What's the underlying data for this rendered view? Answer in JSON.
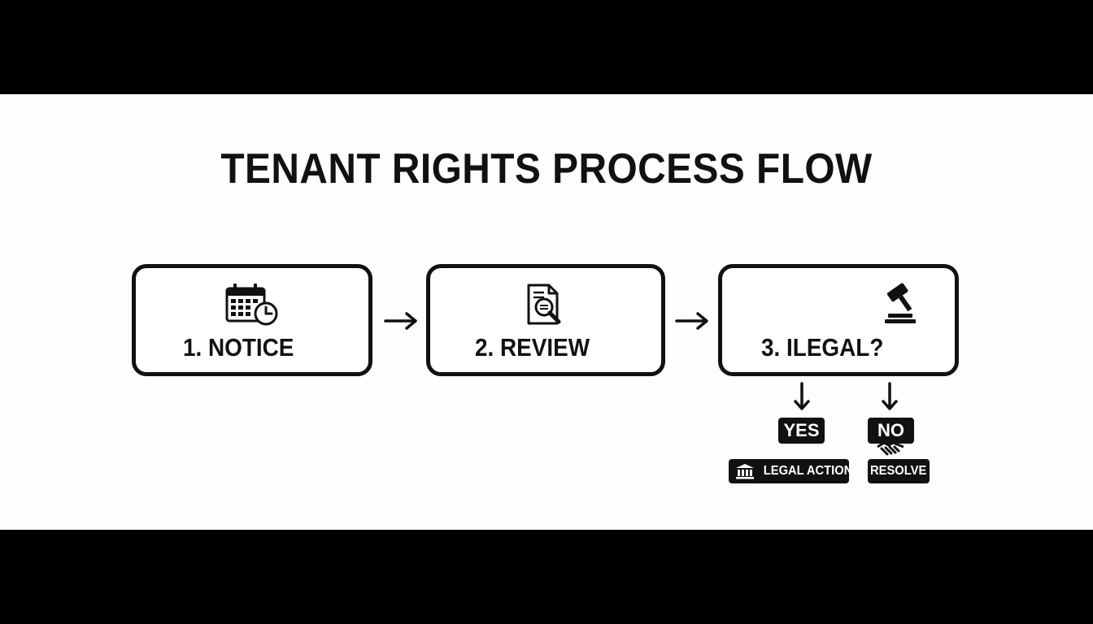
{
  "title": "TENANT RIGHTS PROCESS FLOW",
  "steps": [
    {
      "label": "1. NOTICE",
      "icon": "calendar-clock-icon"
    },
    {
      "label": "2. REVIEW",
      "icon": "document-search-icon"
    },
    {
      "label": "3. ILEGAL?",
      "icon": "gavel-icon"
    }
  ],
  "branches": {
    "yes": {
      "label": "YES",
      "outcome": "LEGAL ACTION",
      "icon": "courthouse-icon"
    },
    "no": {
      "label": "NO",
      "outcome": "RESOLVE",
      "icon": "handshake-icon"
    }
  },
  "colors": {
    "ink": "#111111",
    "background": "#fefefe",
    "letterbox": "#000000"
  }
}
